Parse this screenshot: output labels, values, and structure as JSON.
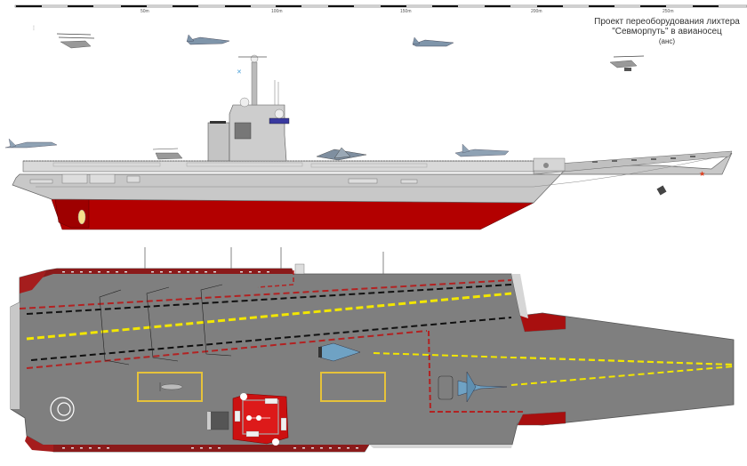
{
  "title": {
    "line1": "Проект переоборудования лихтера",
    "line2": "\"Севморпуть\" в авианосец",
    "author": "(анс)"
  },
  "scale_bar": {
    "labels": [
      "50m",
      "100m",
      "150m",
      "200m",
      "250m"
    ],
    "unit": "m"
  },
  "views": {
    "side_profile": {
      "label": "side-elevation",
      "hull_color": "#c8c8c8",
      "underwater_color": "#b30000",
      "deck_color": "#d9d9d9",
      "aircraft": [
        "helicopter-ka27-hover-left",
        "mig29-flying",
        "mig29-flying-right",
        "helicopter-ka27-hover-right",
        "su33-on-ramp",
        "su33-on-deck",
        "helicopter-on-deck",
        "yak-on-deck"
      ]
    },
    "plan_view": {
      "label": "top-down-deck-plan",
      "deck_color": "#7f7f7f",
      "edge_color": "#8b1a1a",
      "markings": {
        "yellow": "#f2e600",
        "red": "#b22222",
        "black": "#111111"
      },
      "aircraft": [
        "mig29-parked",
        "su33-launch-position",
        "helicopter-in-box"
      ]
    }
  }
}
